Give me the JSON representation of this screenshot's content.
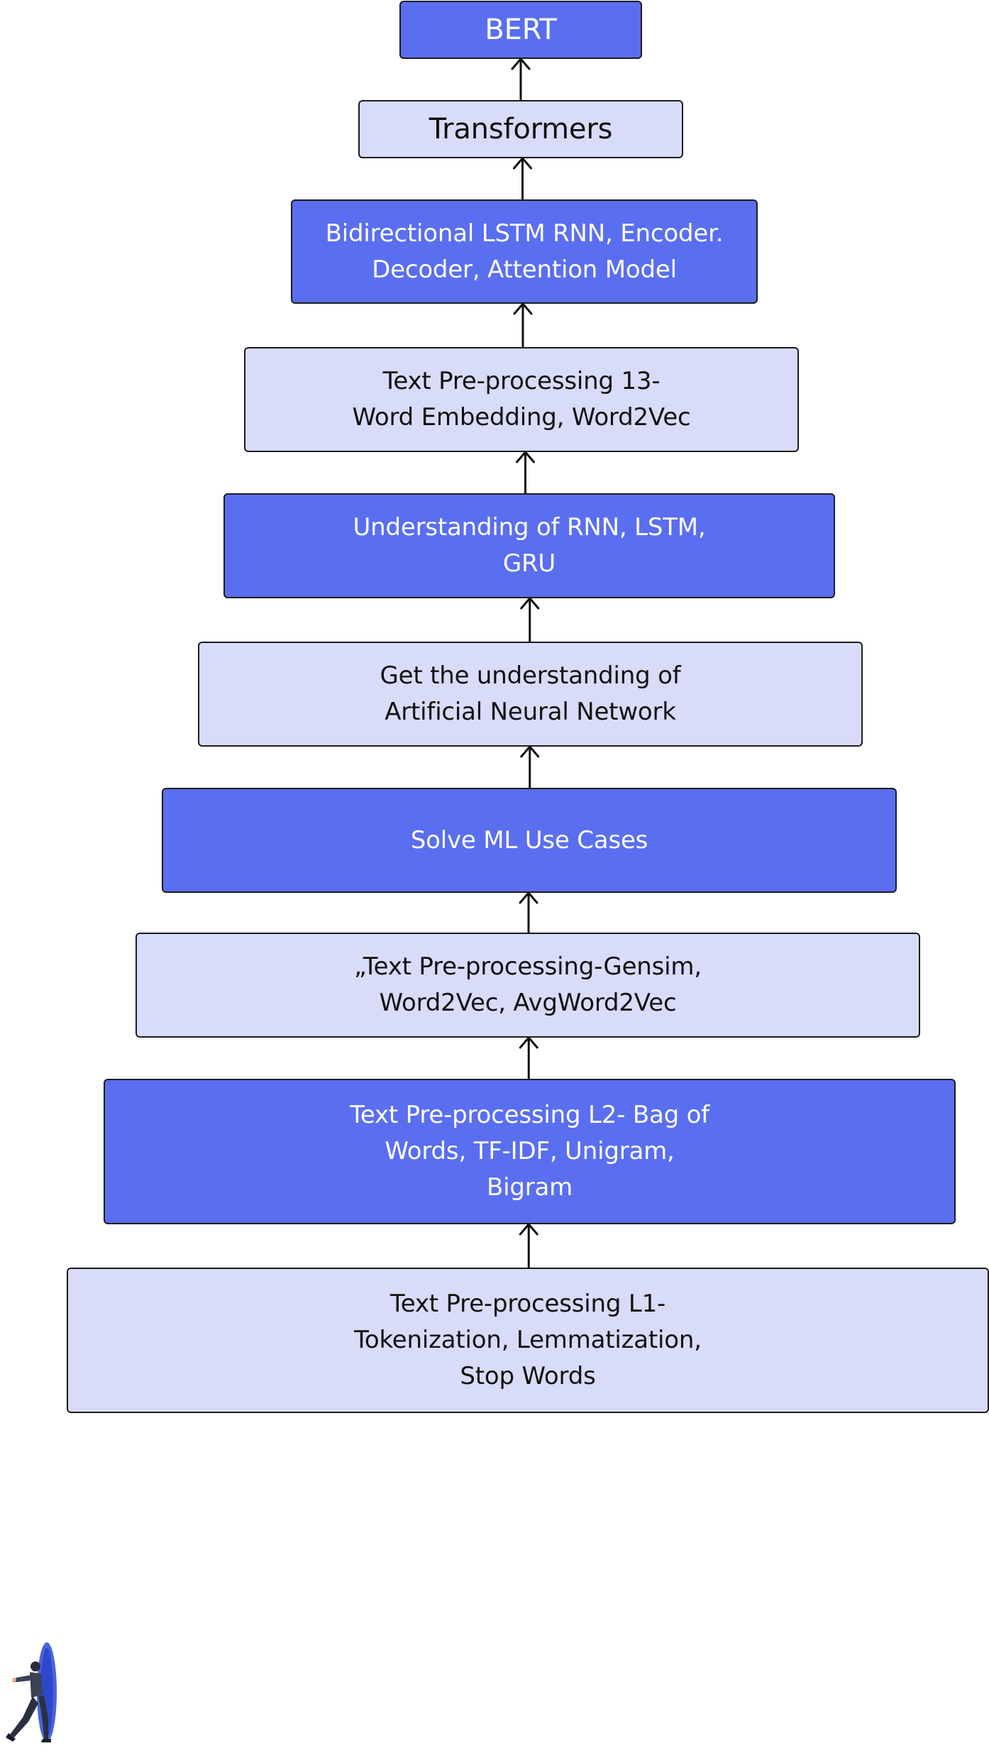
{
  "diagram": {
    "nodes": [
      {
        "id": "bert",
        "style": "dark",
        "lines": [
          "BERT"
        ]
      },
      {
        "id": "transformers",
        "style": "light",
        "lines": [
          "Transformers"
        ]
      },
      {
        "id": "bilstm",
        "style": "dark",
        "lines": [
          "Bidirectional LSTM RNN, Encoder.",
          "Decoder, Attention Model"
        ]
      },
      {
        "id": "tp13",
        "style": "light",
        "lines": [
          "Text Pre-processing 13-",
          "Word Embedding, Word2Vec"
        ]
      },
      {
        "id": "rnn",
        "style": "dark",
        "lines": [
          "Understanding of RNN, LSTM,",
          "GRU"
        ]
      },
      {
        "id": "ann",
        "style": "light",
        "lines": [
          "Get the understanding of",
          "Artificial Neural Network"
        ]
      },
      {
        "id": "ml",
        "style": "dark",
        "lines": [
          "Solve ML Use Cases"
        ]
      },
      {
        "id": "gensim",
        "style": "light",
        "lines": [
          "„Text Pre-processing-Gensim,",
          "Word2Vec, AvgWord2Vec"
        ]
      },
      {
        "id": "tpl2",
        "style": "dark",
        "lines": [
          "Text Pre-processing L2- Bag of",
          "Words, TF-IDF, Unigram,",
          "Bigram"
        ]
      },
      {
        "id": "tpl1",
        "style": "light",
        "lines": [
          "Text Pre-processing L1-",
          "Tokenization, Lemmatization,",
          "Stop Words"
        ]
      }
    ],
    "edges": [
      {
        "from": "transformers",
        "to": "bert"
      },
      {
        "from": "bilstm",
        "to": "transformers"
      },
      {
        "from": "tp13",
        "to": "bilstm"
      },
      {
        "from": "rnn",
        "to": "tp13"
      },
      {
        "from": "ann",
        "to": "rnn"
      },
      {
        "from": "ml",
        "to": "ann"
      },
      {
        "from": "gensim",
        "to": "ml"
      },
      {
        "from": "tpl2",
        "to": "gensim"
      },
      {
        "from": "tpl1",
        "to": "tpl2"
      }
    ],
    "colors": {
      "dark_fill": "#5a6ef0",
      "light_fill": "#d9dcf8",
      "border": "#1c1c1c",
      "arrow": "#111111"
    }
  },
  "decoration": {
    "icon": "person-walking-through-portal-illustration"
  }
}
